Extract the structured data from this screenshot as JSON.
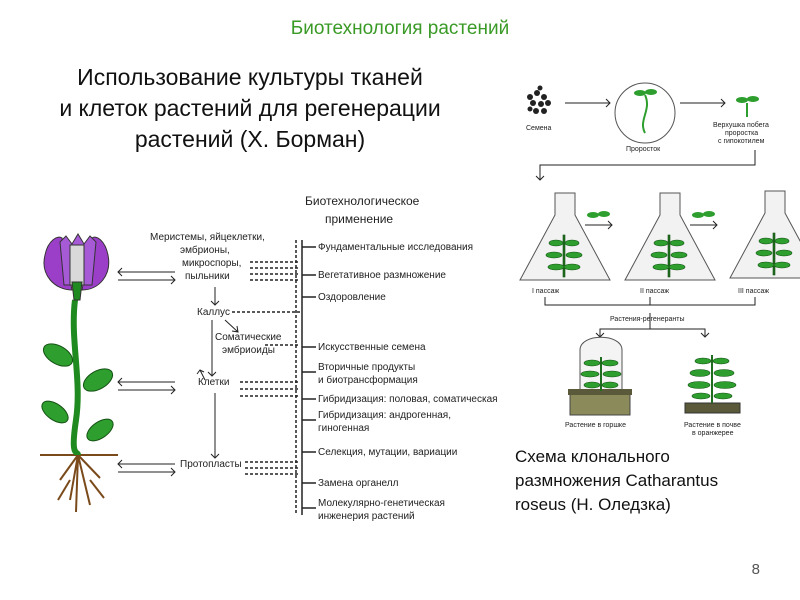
{
  "header": {
    "title": "Биотехнология растений"
  },
  "main_title": {
    "lines": [
      "Использование культуры тканей",
      "и клеток растений для регенерации",
      "растений (Х. Борман)"
    ]
  },
  "left_diagram": {
    "biotech_header": [
      "Биотехнологическое",
      "применение"
    ],
    "sources": [
      "Меристемы, яйцеклетки,",
      "эмбрионы,",
      "микроспоры,",
      "пыльники"
    ],
    "stages": {
      "callus": "Каллус",
      "somatic": [
        "Соматические",
        "эмбриоиды"
      ],
      "cells": "Клетки",
      "protoplasts": "Протопласты"
    },
    "applications": [
      [
        "Фундаментальные исследования"
      ],
      [
        "Вегетативное размножение"
      ],
      [
        "Оздоровление"
      ],
      [
        "Искусственные семена"
      ],
      [
        "Вторичные продукты",
        "и биотрансформация"
      ],
      [
        "Гибридизация: половая, соматическая"
      ],
      [
        "Гибридизация: андрогенная,",
        "гиногенная"
      ],
      [
        "Селекция, мутации, вариации"
      ],
      [
        "Замена органелл"
      ],
      [
        "Молекулярно-генетическая",
        "инженерия растений"
      ]
    ]
  },
  "right_diagram": {
    "seeds": "Семена",
    "sprout": "Проросток",
    "shoot_tip": [
      "Верхушка побега",
      "проростка",
      "с гипокотилем"
    ],
    "passages": [
      "I пассаж",
      "II пассаж",
      "III пассаж"
    ],
    "regenerants": "Растения-регенеранты",
    "pot_plant": "Растение в горшке",
    "greenhouse_plant": [
      "Растение в почве",
      "в оранжерее"
    ]
  },
  "caption": {
    "lines": [
      "Схема клонального",
      "размножения  Catharantus",
      "roseus (Н. Оледзка)"
    ]
  },
  "page_number": "8",
  "colors": {
    "header_green": "#3a9a26",
    "stem_green": "#1f8a1f",
    "leaf_green": "#2e9e2e",
    "flower_purple": "#9b3fc8",
    "root_brown": "#7a4a1a"
  }
}
